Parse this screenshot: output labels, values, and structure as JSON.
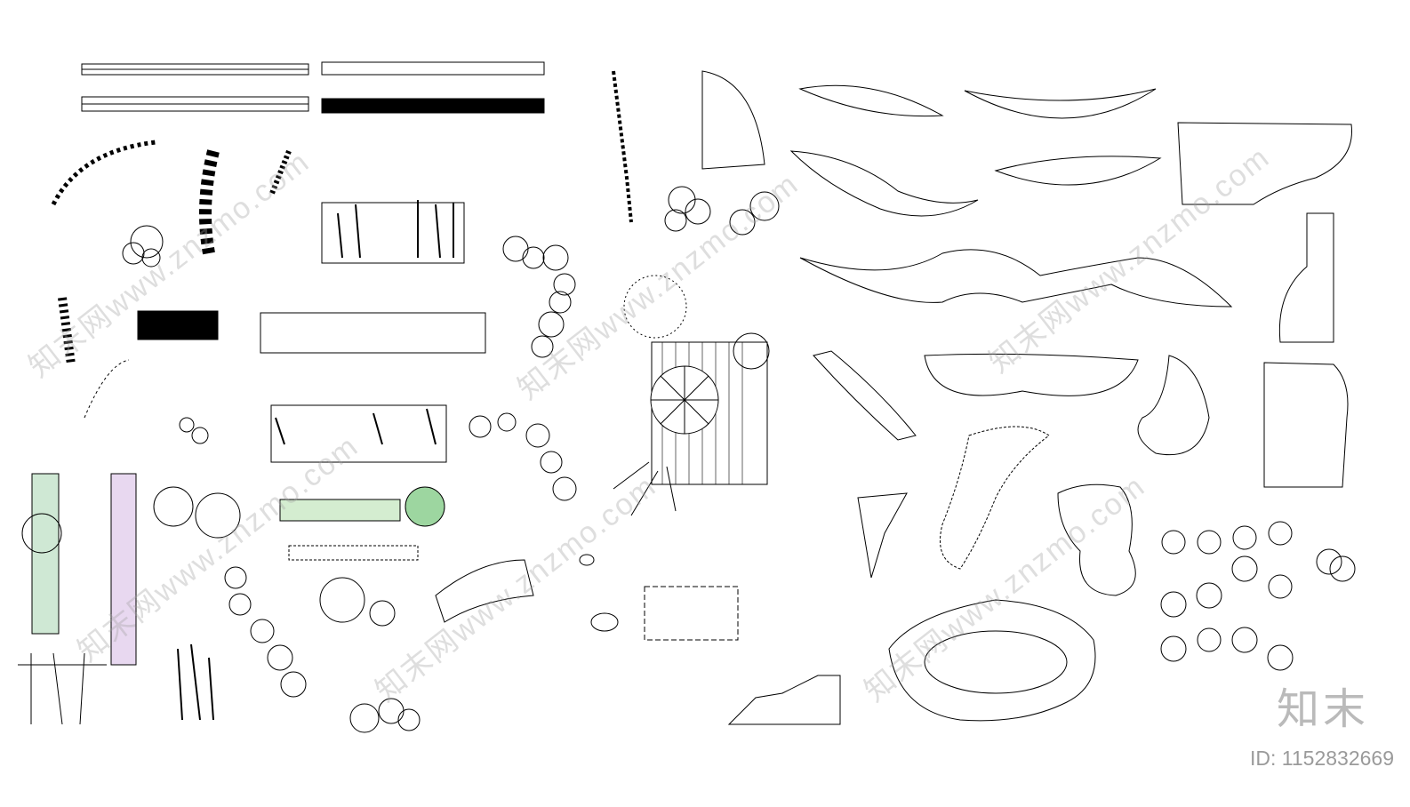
{
  "watermark": {
    "text": "知末网www.znzmo.com"
  },
  "brand": {
    "logo_text": "知末",
    "id_label": "ID: 1152832669"
  },
  "colors": {
    "ink": "#000000",
    "background": "#ffffff",
    "watermark": "#a0a0a0"
  }
}
